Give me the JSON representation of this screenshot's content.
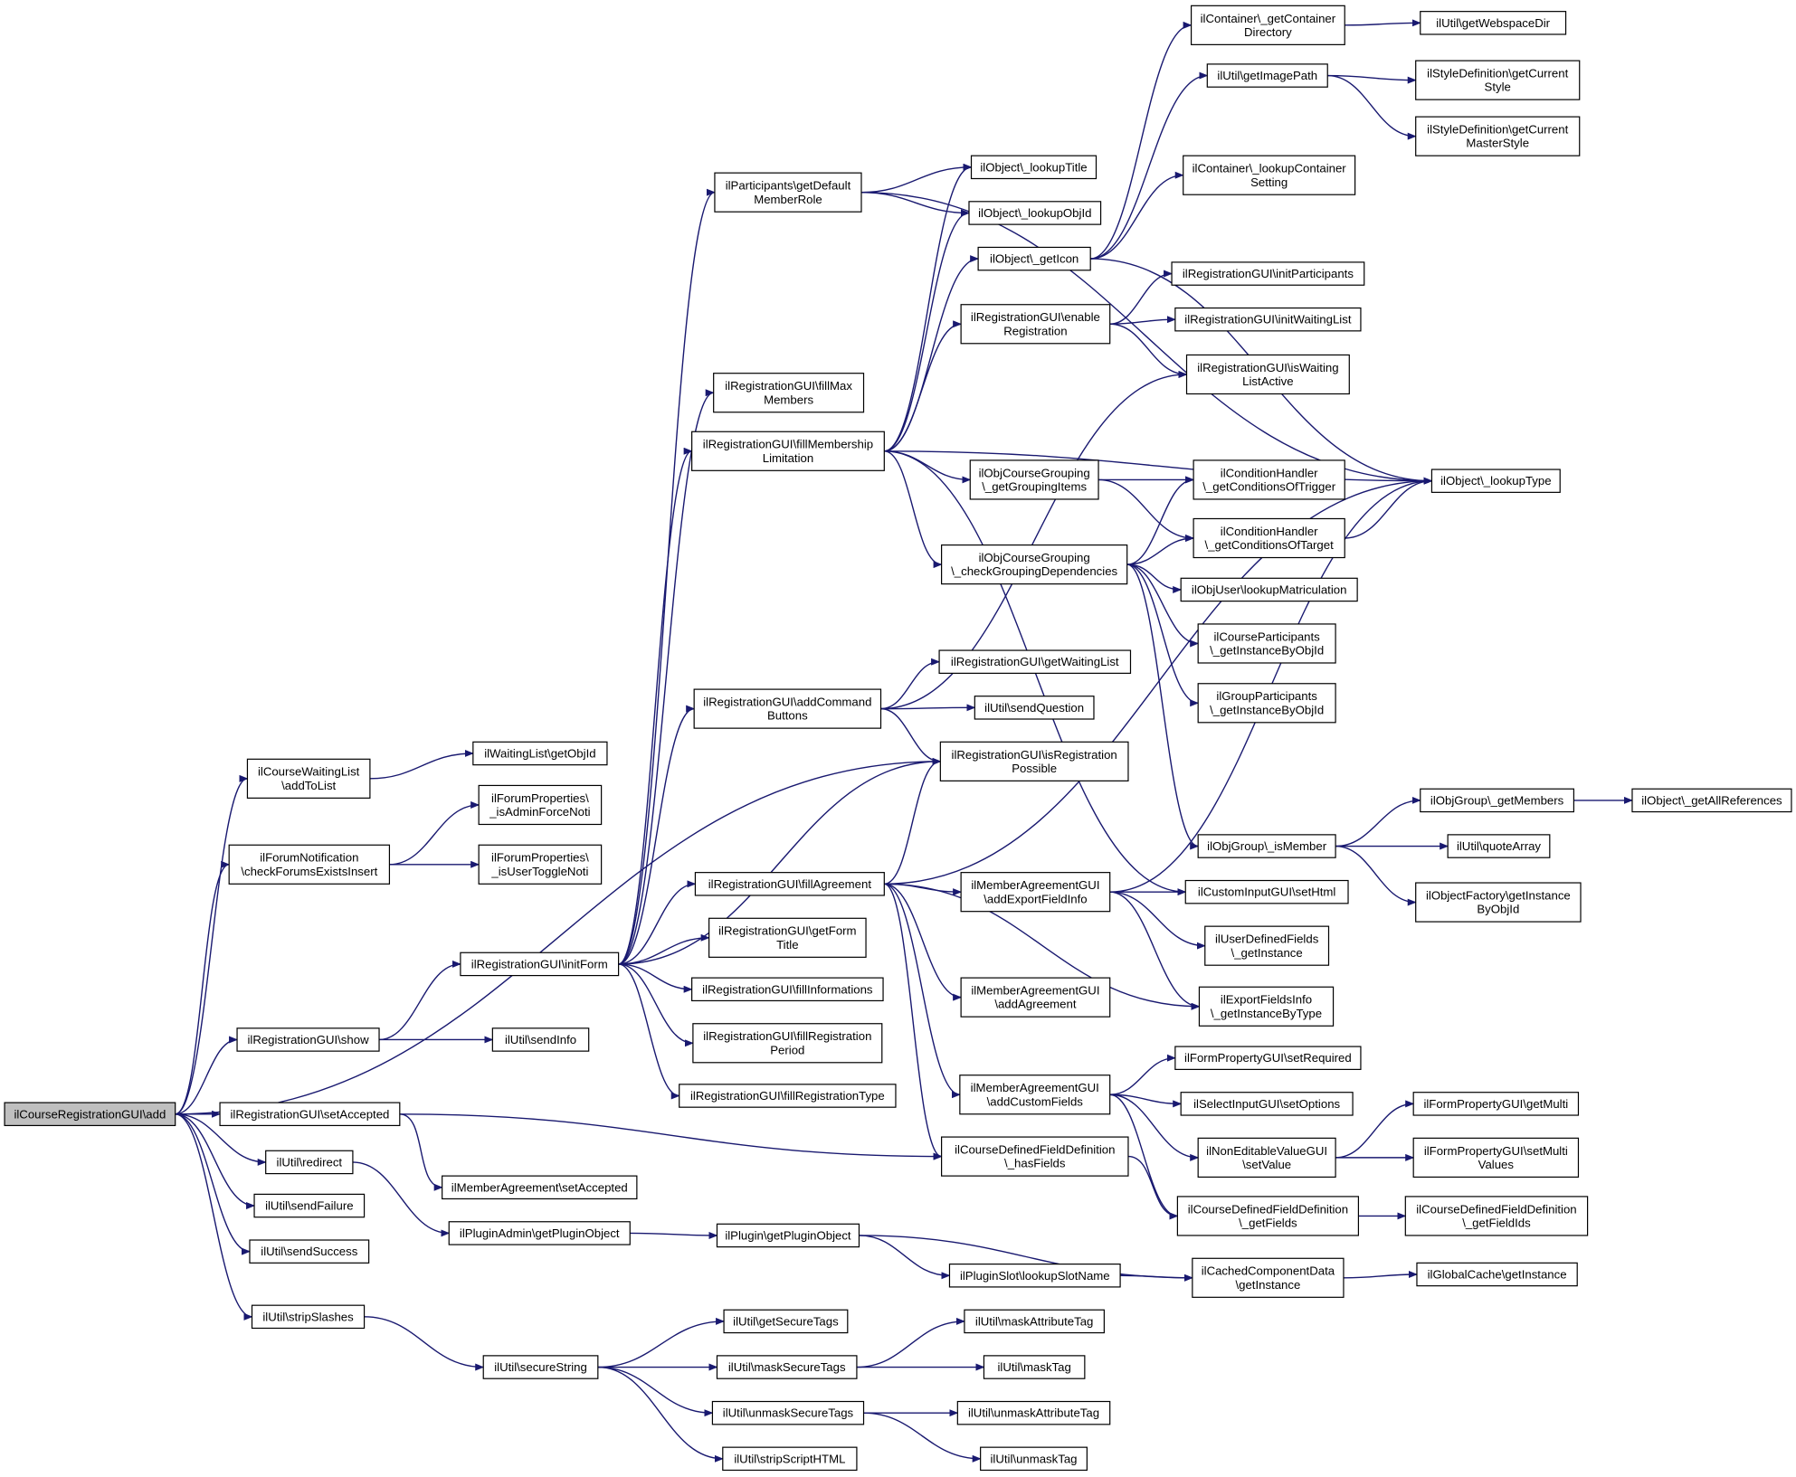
{
  "nodes": [
    {
      "id": "root",
      "lines": [
        "ilCourseRegistrationGUI\\add"
      ],
      "root": true
    },
    {
      "id": "wl_addToList",
      "lines": [
        "ilCourseWaitingList",
        "\\addToList"
      ]
    },
    {
      "id": "wl_getObjId",
      "lines": [
        "ilWaitingList\\getObjId"
      ]
    },
    {
      "id": "fn_check",
      "lines": [
        "ilForumNotification",
        "\\checkForumsExistsInsert"
      ]
    },
    {
      "id": "fp_admin",
      "lines": [
        "ilForumProperties\\",
        "_isAdminForceNoti"
      ]
    },
    {
      "id": "fp_user",
      "lines": [
        "ilForumProperties\\",
        "_isUserToggleNoti"
      ]
    },
    {
      "id": "rg_show",
      "lines": [
        "ilRegistrationGUI\\show"
      ]
    },
    {
      "id": "rg_initForm",
      "lines": [
        "ilRegistrationGUI\\initForm"
      ]
    },
    {
      "id": "rg_setAccepted",
      "lines": [
        "ilRegistrationGUI\\setAccepted"
      ]
    },
    {
      "id": "u_redirect",
      "lines": [
        "ilUtil\\redirect"
      ]
    },
    {
      "id": "u_sendFailure",
      "lines": [
        "ilUtil\\sendFailure"
      ]
    },
    {
      "id": "u_sendSuccess",
      "lines": [
        "ilUtil\\sendSuccess"
      ]
    },
    {
      "id": "u_stripSlashes",
      "lines": [
        "ilUtil\\stripSlashes"
      ]
    },
    {
      "id": "u_sendInfo",
      "lines": [
        "ilUtil\\sendInfo"
      ]
    },
    {
      "id": "ma_setAccepted",
      "lines": [
        "ilMemberAgreement\\setAccepted"
      ]
    },
    {
      "id": "pa_getPluginObject",
      "lines": [
        "ilPluginAdmin\\getPluginObject"
      ]
    },
    {
      "id": "u_secureString",
      "lines": [
        "ilUtil\\secureString"
      ]
    },
    {
      "id": "pt_getDefault",
      "lines": [
        "ilParticipants\\getDefault",
        "MemberRole"
      ]
    },
    {
      "id": "rg_fillMax",
      "lines": [
        "ilRegistrationGUI\\fillMax",
        "Members"
      ]
    },
    {
      "id": "rg_fillMembership",
      "lines": [
        "ilRegistrationGUI\\fillMembership",
        "Limitation"
      ]
    },
    {
      "id": "rg_addCommand",
      "lines": [
        "ilRegistrationGUI\\addCommand",
        "Buttons"
      ]
    },
    {
      "id": "rg_fillAgreement",
      "lines": [
        "ilRegistrationGUI\\fillAgreement"
      ]
    },
    {
      "id": "rg_getFormTitle",
      "lines": [
        "ilRegistrationGUI\\getForm",
        "Title"
      ]
    },
    {
      "id": "rg_fillInfo",
      "lines": [
        "ilRegistrationGUI\\fillInformations"
      ]
    },
    {
      "id": "rg_fillRegPeriod",
      "lines": [
        "ilRegistrationGUI\\fillRegistration",
        "Period"
      ]
    },
    {
      "id": "rg_fillRegType",
      "lines": [
        "ilRegistrationGUI\\fillRegistrationType"
      ]
    },
    {
      "id": "p_getPluginObject",
      "lines": [
        "ilPlugin\\getPluginObject"
      ]
    },
    {
      "id": "u_getSecureTags",
      "lines": [
        "ilUtil\\getSecureTags"
      ]
    },
    {
      "id": "u_maskSecureTags",
      "lines": [
        "ilUtil\\maskSecureTags"
      ]
    },
    {
      "id": "u_unmaskSecureTags",
      "lines": [
        "ilUtil\\unmaskSecureTags"
      ]
    },
    {
      "id": "u_stripScript",
      "lines": [
        "ilUtil\\stripScriptHTML"
      ]
    },
    {
      "id": "o_lookupTitle",
      "lines": [
        "ilObject\\_lookupTitle"
      ]
    },
    {
      "id": "o_lookupObjId",
      "lines": [
        "ilObject\\_lookupObjId"
      ]
    },
    {
      "id": "o_getIcon",
      "lines": [
        "ilObject\\_getIcon"
      ]
    },
    {
      "id": "rg_enableReg",
      "lines": [
        "ilRegistrationGUI\\enable",
        "Registration"
      ]
    },
    {
      "id": "cg_getGrouping",
      "lines": [
        "ilObjCourseGrouping",
        "\\_getGroupingItems"
      ]
    },
    {
      "id": "cg_checkGrouping",
      "lines": [
        "ilObjCourseGrouping",
        "\\_checkGroupingDependencies"
      ]
    },
    {
      "id": "rg_getWaiting",
      "lines": [
        "ilRegistrationGUI\\getWaitingList"
      ]
    },
    {
      "id": "u_sendQuestion",
      "lines": [
        "ilUtil\\sendQuestion"
      ]
    },
    {
      "id": "rg_isRegPossible",
      "lines": [
        "ilRegistrationGUI\\isRegistration",
        "Possible"
      ]
    },
    {
      "id": "mag_addExport",
      "lines": [
        "ilMemberAgreementGUI",
        "\\addExportFieldInfo"
      ]
    },
    {
      "id": "mag_addAgreement",
      "lines": [
        "ilMemberAgreementGUI",
        "\\addAgreement"
      ]
    },
    {
      "id": "mag_addCustom",
      "lines": [
        "ilMemberAgreementGUI",
        "\\addCustomFields"
      ]
    },
    {
      "id": "cdf_hasFields",
      "lines": [
        "ilCourseDefinedFieldDefinition",
        "\\_hasFields"
      ]
    },
    {
      "id": "ps_lookupSlot",
      "lines": [
        "ilPluginSlot\\lookupSlotName"
      ]
    },
    {
      "id": "u_maskAttr",
      "lines": [
        "ilUtil\\maskAttributeTag"
      ]
    },
    {
      "id": "u_maskTag",
      "lines": [
        "ilUtil\\maskTag"
      ]
    },
    {
      "id": "u_unmaskAttr",
      "lines": [
        "ilUtil\\unmaskAttributeTag"
      ]
    },
    {
      "id": "u_unmaskTag",
      "lines": [
        "ilUtil\\unmaskTag"
      ]
    },
    {
      "id": "c_getContainerDir",
      "lines": [
        "ilContainer\\_getContainer",
        "Directory"
      ]
    },
    {
      "id": "u_getImagePath",
      "lines": [
        "ilUtil\\getImagePath"
      ]
    },
    {
      "id": "c_lookupSetting",
      "lines": [
        "ilContainer\\_lookupContainer",
        "Setting"
      ]
    },
    {
      "id": "rg_initParticipants",
      "lines": [
        "ilRegistrationGUI\\initParticipants"
      ]
    },
    {
      "id": "rg_initWaiting",
      "lines": [
        "ilRegistrationGUI\\initWaitingList"
      ]
    },
    {
      "id": "rg_isWaitingActive",
      "lines": [
        "ilRegistrationGUI\\isWaiting",
        "ListActive"
      ]
    },
    {
      "id": "ch_trigger",
      "lines": [
        "ilConditionHandler",
        "\\_getConditionsOfTrigger"
      ]
    },
    {
      "id": "ch_target",
      "lines": [
        "ilConditionHandler",
        "\\_getConditionsOfTarget"
      ]
    },
    {
      "id": "ou_lookupMatric",
      "lines": [
        "ilObjUser\\lookupMatriculation"
      ]
    },
    {
      "id": "cp_getInstance",
      "lines": [
        "ilCourseParticipants",
        "\\_getInstanceByObjId"
      ]
    },
    {
      "id": "gp_getInstance",
      "lines": [
        "ilGroupParticipants",
        "\\_getInstanceByObjId"
      ]
    },
    {
      "id": "og_isMember",
      "lines": [
        "ilObjGroup\\_isMember"
      ]
    },
    {
      "id": "ci_setHtml",
      "lines": [
        "ilCustomInputGUI\\setHtml"
      ]
    },
    {
      "id": "udf_getInstance",
      "lines": [
        "ilUserDefinedFields",
        "\\_getInstance"
      ]
    },
    {
      "id": "ef_getInstance",
      "lines": [
        "ilExportFieldsInfo",
        "\\_getInstanceByType"
      ]
    },
    {
      "id": "fpg_setRequired",
      "lines": [
        "ilFormPropertyGUI\\setRequired"
      ]
    },
    {
      "id": "si_setOptions",
      "lines": [
        "ilSelectInputGUI\\setOptions"
      ]
    },
    {
      "id": "nev_setValue",
      "lines": [
        "ilNonEditableValueGUI",
        "\\setValue"
      ]
    },
    {
      "id": "cdf_getFields",
      "lines": [
        "ilCourseDefinedFieldDefinition",
        "\\_getFields"
      ]
    },
    {
      "id": "ccd_getInstance",
      "lines": [
        "ilCachedComponentData",
        "\\getInstance"
      ]
    },
    {
      "id": "u_getWebspace",
      "lines": [
        "ilUtil\\getWebspaceDir"
      ]
    },
    {
      "id": "sd_getStyle",
      "lines": [
        "ilStyleDefinition\\getCurrent",
        "Style"
      ]
    },
    {
      "id": "sd_getMaster",
      "lines": [
        "ilStyleDefinition\\getCurrent",
        "MasterStyle"
      ]
    },
    {
      "id": "o_lookupType",
      "lines": [
        "ilObject\\_lookupType"
      ]
    },
    {
      "id": "og_getMembers",
      "lines": [
        "ilObjGroup\\_getMembers"
      ]
    },
    {
      "id": "u_quoteArray",
      "lines": [
        "ilUtil\\quoteArray"
      ]
    },
    {
      "id": "of_getInstance",
      "lines": [
        "ilObjectFactory\\getInstance",
        "ByObjId"
      ]
    },
    {
      "id": "fpg_getMulti",
      "lines": [
        "ilFormPropertyGUI\\getMulti"
      ]
    },
    {
      "id": "fpg_setMulti",
      "lines": [
        "ilFormPropertyGUI\\setMulti",
        "Values"
      ]
    },
    {
      "id": "cdf_getFieldIds",
      "lines": [
        "ilCourseDefinedFieldDefinition",
        "\\_getFieldIds"
      ]
    },
    {
      "id": "gc_getInstance",
      "lines": [
        "ilGlobalCache\\getInstance"
      ]
    },
    {
      "id": "o_getAllRefs",
      "lines": [
        "ilObject\\_getAllReferences"
      ]
    }
  ],
  "edges": [
    [
      "root",
      "wl_addToList"
    ],
    [
      "root",
      "fn_check"
    ],
    [
      "root",
      "rg_isRegPossible"
    ],
    [
      "root",
      "rg_show"
    ],
    [
      "root",
      "rg_setAccepted"
    ],
    [
      "root",
      "u_redirect"
    ],
    [
      "root",
      "u_sendFailure"
    ],
    [
      "root",
      "u_sendSuccess"
    ],
    [
      "root",
      "u_stripSlashes"
    ],
    [
      "wl_addToList",
      "wl_getObjId"
    ],
    [
      "fn_check",
      "fp_admin"
    ],
    [
      "fn_check",
      "fp_user"
    ],
    [
      "rg_show",
      "rg_initForm"
    ],
    [
      "rg_show",
      "u_sendInfo"
    ],
    [
      "rg_setAccepted",
      "ma_setAccepted"
    ],
    [
      "rg_setAccepted",
      "cdf_hasFields"
    ],
    [
      "u_redirect",
      "pa_getPluginObject"
    ],
    [
      "u_stripSlashes",
      "u_secureString"
    ],
    [
      "rg_initForm",
      "pt_getDefault"
    ],
    [
      "rg_initForm",
      "rg_fillMax"
    ],
    [
      "rg_initForm",
      "rg_fillMembership"
    ],
    [
      "rg_initForm",
      "rg_addCommand"
    ],
    [
      "rg_initForm",
      "rg_isRegPossible"
    ],
    [
      "rg_initForm",
      "rg_fillAgreement"
    ],
    [
      "rg_initForm",
      "rg_getFormTitle"
    ],
    [
      "rg_initForm",
      "rg_fillInfo"
    ],
    [
      "rg_initForm",
      "rg_fillRegPeriod"
    ],
    [
      "rg_initForm",
      "rg_fillRegType"
    ],
    [
      "pa_getPluginObject",
      "p_getPluginObject"
    ],
    [
      "p_getPluginObject",
      "ps_lookupSlot"
    ],
    [
      "p_getPluginObject",
      "ccd_getInstance"
    ],
    [
      "ps_lookupSlot",
      "ccd_getInstance"
    ],
    [
      "ccd_getInstance",
      "gc_getInstance"
    ],
    [
      "u_secureString",
      "u_getSecureTags"
    ],
    [
      "u_secureString",
      "u_maskSecureTags"
    ],
    [
      "u_secureString",
      "u_unmaskSecureTags"
    ],
    [
      "u_secureString",
      "u_stripScript"
    ],
    [
      "u_maskSecureTags",
      "u_maskAttr"
    ],
    [
      "u_maskSecureTags",
      "u_maskTag"
    ],
    [
      "u_unmaskSecureTags",
      "u_unmaskAttr"
    ],
    [
      "u_unmaskSecureTags",
      "u_unmaskTag"
    ],
    [
      "pt_getDefault",
      "o_lookupTitle"
    ],
    [
      "pt_getDefault",
      "o_lookupObjId"
    ],
    [
      "pt_getDefault",
      "o_lookupType"
    ],
    [
      "rg_fillMembership",
      "o_lookupTitle"
    ],
    [
      "rg_fillMembership",
      "o_lookupObjId"
    ],
    [
      "rg_fillMembership",
      "o_getIcon"
    ],
    [
      "rg_fillMembership",
      "rg_enableReg"
    ],
    [
      "rg_fillMembership",
      "o_lookupType"
    ],
    [
      "rg_fillMembership",
      "cg_getGrouping"
    ],
    [
      "rg_fillMembership",
      "cg_checkGrouping"
    ],
    [
      "rg_fillMembership",
      "ci_setHtml"
    ],
    [
      "rg_addCommand",
      "rg_isWaitingActive"
    ],
    [
      "rg_addCommand",
      "rg_getWaiting"
    ],
    [
      "rg_addCommand",
      "u_sendQuestion"
    ],
    [
      "rg_addCommand",
      "rg_isRegPossible"
    ],
    [
      "rg_fillAgreement",
      "rg_isRegPossible"
    ],
    [
      "rg_fillAgreement",
      "o_lookupType"
    ],
    [
      "rg_fillAgreement",
      "mag_addExport"
    ],
    [
      "rg_fillAgreement",
      "mag_addAgreement"
    ],
    [
      "rg_fillAgreement",
      "mag_addCustom"
    ],
    [
      "rg_fillAgreement",
      "cdf_hasFields"
    ],
    [
      "rg_fillAgreement",
      "ef_getInstance"
    ],
    [
      "o_getIcon",
      "c_getContainerDir"
    ],
    [
      "o_getIcon",
      "u_getImagePath"
    ],
    [
      "o_getIcon",
      "c_lookupSetting"
    ],
    [
      "o_getIcon",
      "o_lookupType"
    ],
    [
      "c_getContainerDir",
      "u_getWebspace"
    ],
    [
      "u_getImagePath",
      "sd_getStyle"
    ],
    [
      "u_getImagePath",
      "sd_getMaster"
    ],
    [
      "rg_enableReg",
      "rg_initParticipants"
    ],
    [
      "rg_enableReg",
      "rg_initWaiting"
    ],
    [
      "rg_enableReg",
      "rg_isWaitingActive"
    ],
    [
      "cg_getGrouping",
      "ch_trigger"
    ],
    [
      "cg_getGrouping",
      "ch_target"
    ],
    [
      "cg_checkGrouping",
      "ch_trigger"
    ],
    [
      "cg_checkGrouping",
      "ch_target"
    ],
    [
      "cg_checkGrouping",
      "ou_lookupMatric"
    ],
    [
      "cg_checkGrouping",
      "cp_getInstance"
    ],
    [
      "cg_checkGrouping",
      "gp_getInstance"
    ],
    [
      "cg_checkGrouping",
      "og_isMember"
    ],
    [
      "ch_target",
      "o_lookupType"
    ],
    [
      "og_isMember",
      "og_getMembers"
    ],
    [
      "og_isMember",
      "u_quoteArray"
    ],
    [
      "og_isMember",
      "of_getInstance"
    ],
    [
      "og_getMembers",
      "o_getAllRefs"
    ],
    [
      "mag_addExport",
      "o_lookupType"
    ],
    [
      "mag_addExport",
      "ci_setHtml"
    ],
    [
      "mag_addExport",
      "udf_getInstance"
    ],
    [
      "mag_addExport",
      "ef_getInstance"
    ],
    [
      "mag_addCustom",
      "fpg_setRequired"
    ],
    [
      "mag_addCustom",
      "si_setOptions"
    ],
    [
      "mag_addCustom",
      "nev_setValue"
    ],
    [
      "mag_addCustom",
      "cdf_getFields"
    ],
    [
      "nev_setValue",
      "fpg_getMulti"
    ],
    [
      "nev_setValue",
      "fpg_setMulti"
    ],
    [
      "cdf_hasFields",
      "cdf_getFields"
    ],
    [
      "cdf_getFields",
      "cdf_getFieldIds"
    ]
  ]
}
